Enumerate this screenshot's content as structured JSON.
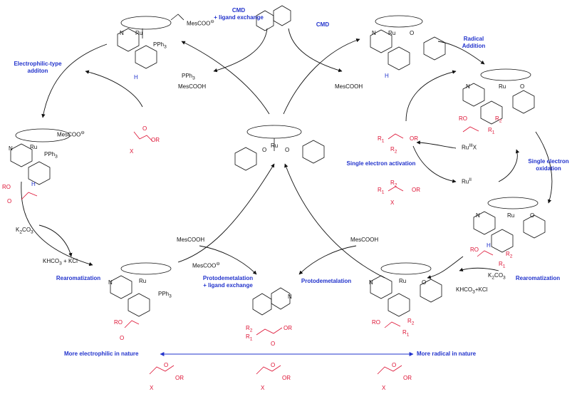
{
  "labels": {
    "cmd_left_1": "CMD",
    "cmd_left_2": "+ ligand exchange",
    "cmd_right": "CMD",
    "radical_addition_1": "Radical",
    "radical_addition_2": "Addition",
    "electrophilic_1": "Electrophilic-type",
    "electrophilic_2": "additon",
    "single_electron_activation": "Single electron activation",
    "single_electron_oxidation_1": "Single electron",
    "single_electron_oxidation_2": "oxidation",
    "rearomatization_left": "Rearomatization",
    "rearomatization_right": "Rearomatization",
    "protodemetalation_left_1": "Protodemetalation",
    "protodemetalation_left_2": "+ ligand exchange",
    "protodemetalation_right": "Protodemetalation",
    "more_electrophilic": "More electrophilic in nature",
    "more_radical": "More radical in nature"
  },
  "reagents": {
    "mescoo_top": "MesCOO",
    "pph3": "PPh",
    "mescooh_top_left": "MesCOOH",
    "mescooh_top_right": "MesCOOH",
    "mescoo_left": "MesCOO",
    "k2co3_left": "K",
    "khco3_left": "KHCO",
    "kcl_left": "+ KCl",
    "mescooh_bottom_left": "MesCOOH",
    "mescoo_bottom": "MesCOO",
    "mescooh_bottom_right": "MesCOOH",
    "k2co3_right": "K",
    "khco3_right": "KHCO",
    "kcl_right": "+KCl",
    "ru_iii_x": "Ru",
    "ru_ii": "Ru",
    "ru_iii_sup": "III",
    "ru_ii_sup": "II",
    "x_label": "X"
  },
  "atoms": {
    "ru": "Ru",
    "n": "N",
    "o": "O",
    "h": "H",
    "x": "X",
    "or": "OR",
    "ro": "RO",
    "r1": "R",
    "r2": "R",
    "pph3": "PPh"
  },
  "colors": {
    "label_blue": "#2233cc",
    "substrate_red": "#dd1133",
    "bond_black": "#111111",
    "h_blue": "#2233cc"
  }
}
